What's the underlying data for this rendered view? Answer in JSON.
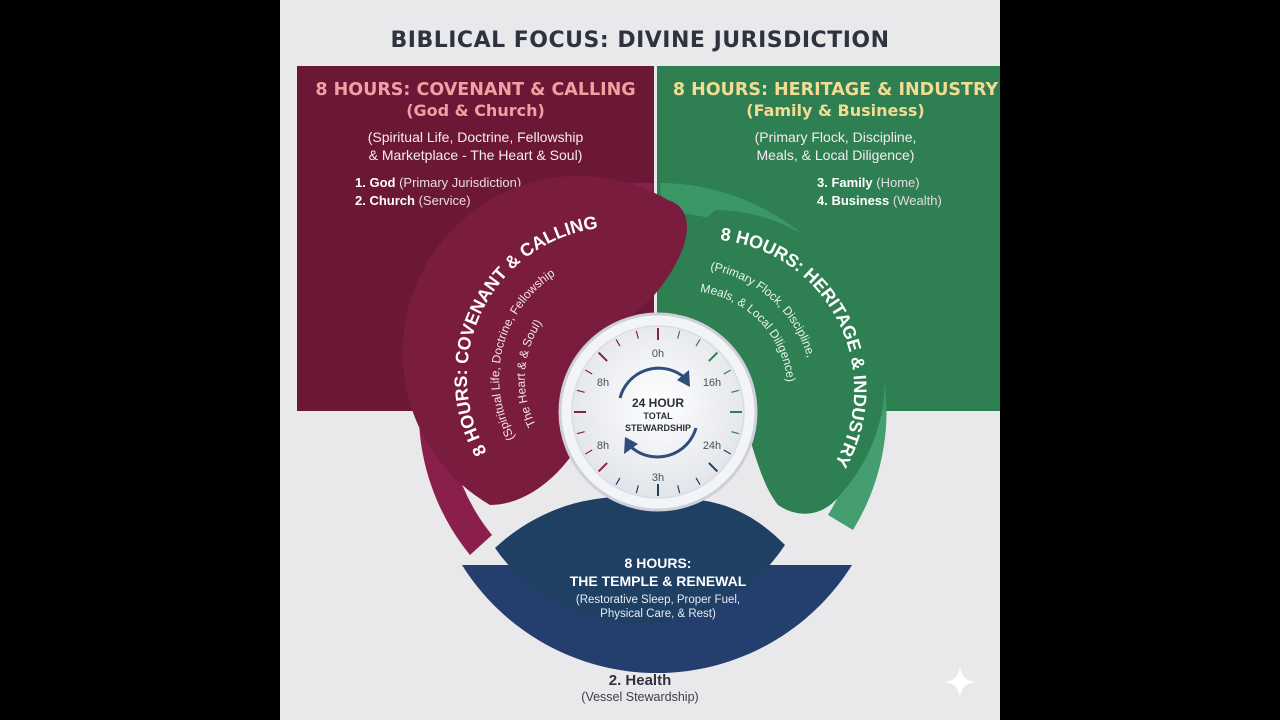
{
  "title": "BIBLICAL FOCUS: DIVINE JURISDICTION",
  "colors": {
    "covenant": "#6c1735",
    "covenant_band": "#8a1f4c",
    "heritage": "#2e7f52",
    "heritage_band": "#3b9a68",
    "temple": "#1f3f63",
    "temple_band": "#243e6e",
    "background": "#e9e9ec"
  },
  "panels": {
    "left": {
      "heading": "8 HOURS: COVENANT & CALLING",
      "subheading": "(God & Church)",
      "desc_line1": "(Spiritual Life, Doctrine, Fellowship",
      "desc_line2": "& Marketplace - The Heart & Soul)",
      "items": [
        {
          "label": "1. God",
          "note": "(Primary Jurisdiction)"
        },
        {
          "label": "2. Church",
          "note": "(Service)"
        }
      ]
    },
    "right": {
      "heading": "8 HOURS: HERITAGE & INDUSTRY",
      "subheading": "(Family & Business)",
      "desc_line1": "(Primary Flock, Discipline,",
      "desc_line2": "Meals, & Local Diligence)",
      "items": [
        {
          "label": "3. Family",
          "note": "(Home)"
        },
        {
          "label": "4. Business",
          "note": "(Wealth)"
        }
      ]
    }
  },
  "wheel": {
    "covenant_title": "8 HOURS: COVENANT & CALLING",
    "covenant_line1": "(Spiritual Life, Doctrine, Fellowship",
    "covenant_line2": "The Heart & & Soul)",
    "heritage_title": "8 HOURS: HERITAGE & INDUSTRY",
    "heritage_line1": "(Primary Flock, Discipline,",
    "heritage_line2": "Meals, & Local Diligence)",
    "temple_title1": "8 HOURS:",
    "temple_title2": "THE TEMPLE & RENEWAL",
    "temple_line1": "(Restorative Sleep, Proper Fuel,",
    "temple_line2": "Physical Care, & Rest)"
  },
  "clock": {
    "center_line1": "24 HOUR",
    "center_line2": "TOTAL",
    "center_line3": "STEWARDSHIP",
    "labels": {
      "top": "0h",
      "upper_left": "8h",
      "upper_right": "16h",
      "lower_left": "8h",
      "lower_right": "24h",
      "bottom": "3h"
    }
  },
  "health": {
    "label": "2. Health",
    "note": "(Vessel Stewardship)"
  }
}
